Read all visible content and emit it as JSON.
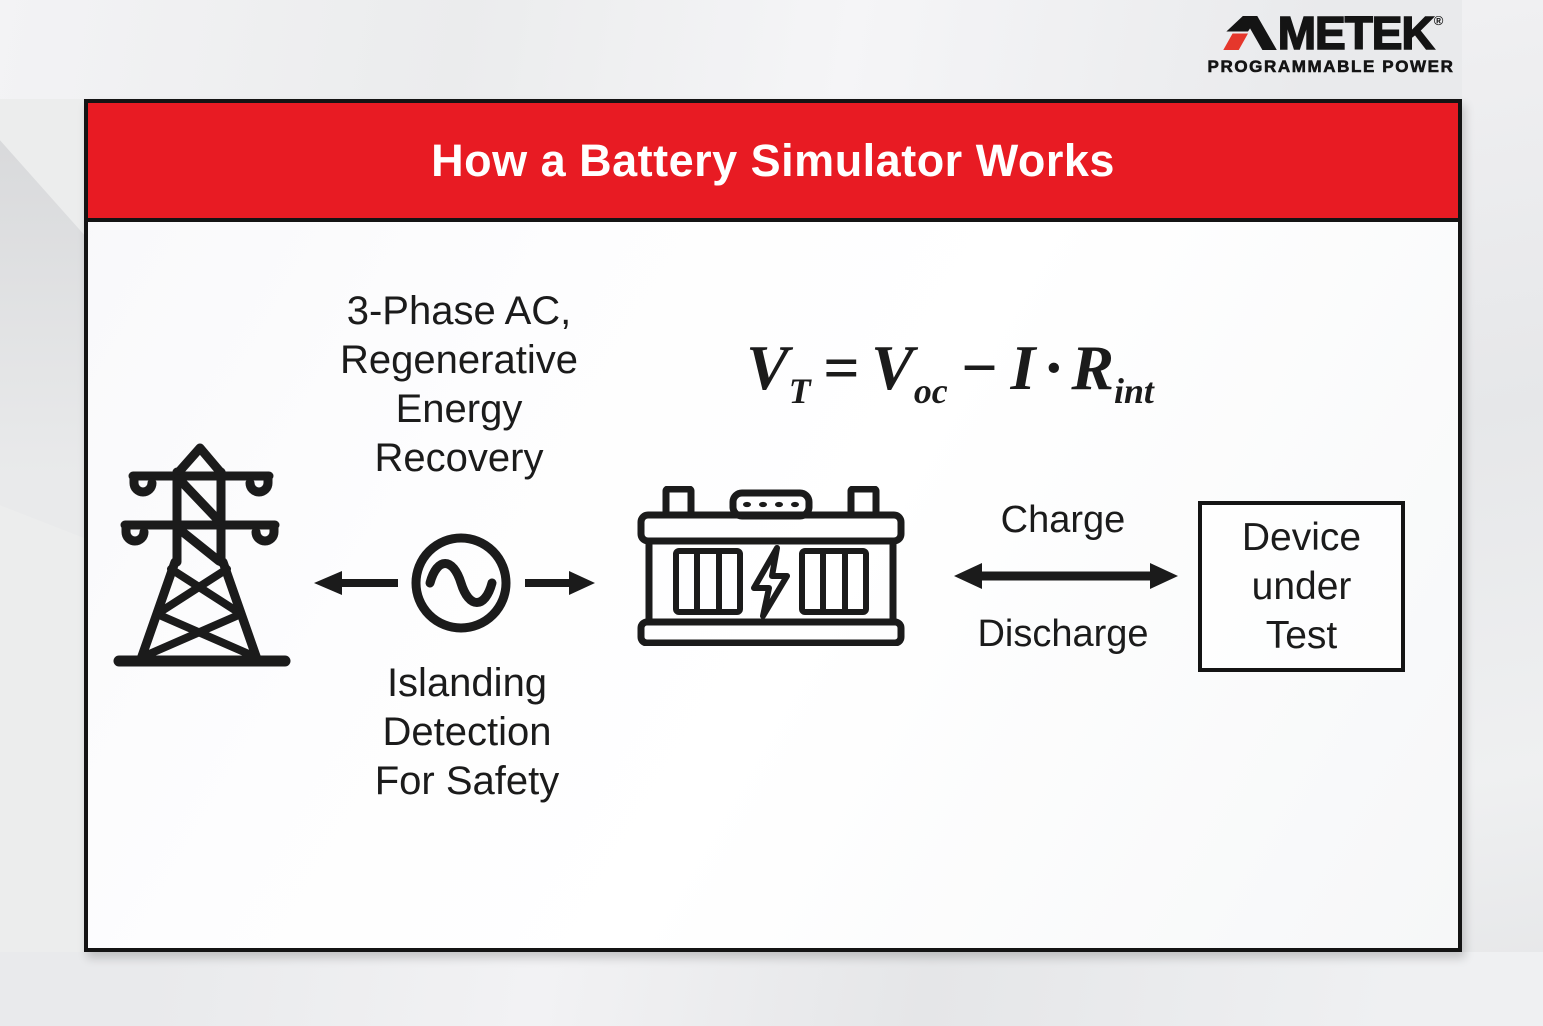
{
  "brand": {
    "wordmark_rest": "METEK",
    "registered": "®",
    "tagline": "PROGRAMMABLE POWER"
  },
  "banner": {
    "title": "How a Battery Simulator Works"
  },
  "labels": {
    "source": {
      "lines": [
        "3-Phase AC,",
        "Regenerative",
        "Energy",
        "Recovery"
      ]
    },
    "islanding": {
      "lines": [
        "Islanding",
        "Detection",
        "For Safety"
      ]
    },
    "charge": "Charge",
    "discharge": "Discharge",
    "dut": {
      "lines": [
        "Device",
        "under",
        "Test"
      ]
    }
  },
  "formula": {
    "v_t": "V",
    "v_t_sub": "T",
    "equals": "=",
    "v_oc": "V",
    "v_oc_sub": "oc",
    "minus": "−",
    "current": "I",
    "dot": "·",
    "resistance": "R",
    "resistance_sub": "int"
  },
  "icons": {
    "logo_mark": "ametek-a-mark",
    "tower": "transmission-tower-icon",
    "ac_source": "ac-source-icon",
    "battery": "battery-icon",
    "arrow_left": "arrow-left-icon",
    "arrow_right": "arrow-right-icon",
    "arrow_double": "double-headed-arrow-icon"
  },
  "colors": {
    "banner_red": "#E81B23",
    "ink": "#1B1B1B",
    "logo_red": "#E5372C"
  }
}
